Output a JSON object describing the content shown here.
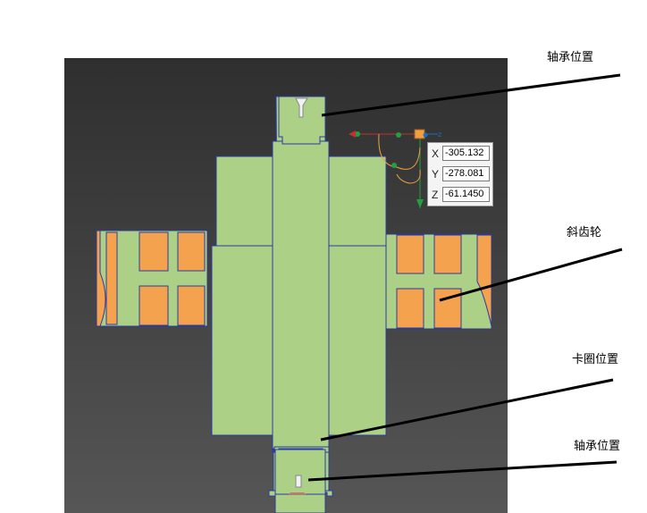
{
  "viewport": {
    "background_top": "#2f2f2f",
    "background_bottom": "#565656",
    "part_fill": "#acd186",
    "gear_fill": "#f4a24e",
    "outline": "#2b3aa0"
  },
  "callouts": {
    "bearing_top": "轴承位置",
    "helical_gear": "斜齿轮",
    "snap_ring": "卡圈位置",
    "bearing_bottom": "轴承位置"
  },
  "gizmo": {
    "axis_x_color": "#c43030",
    "axis_y_color": "#20a040",
    "axis_z_color": "#1a6ec0",
    "handle_color": "#f0a040",
    "z_label": "z",
    "coords": {
      "x_label": "X",
      "x_value": "-305.132",
      "y_label": "Y",
      "y_value": "-278.081",
      "z_label": "Z",
      "z_value": "-61.1450"
    }
  }
}
